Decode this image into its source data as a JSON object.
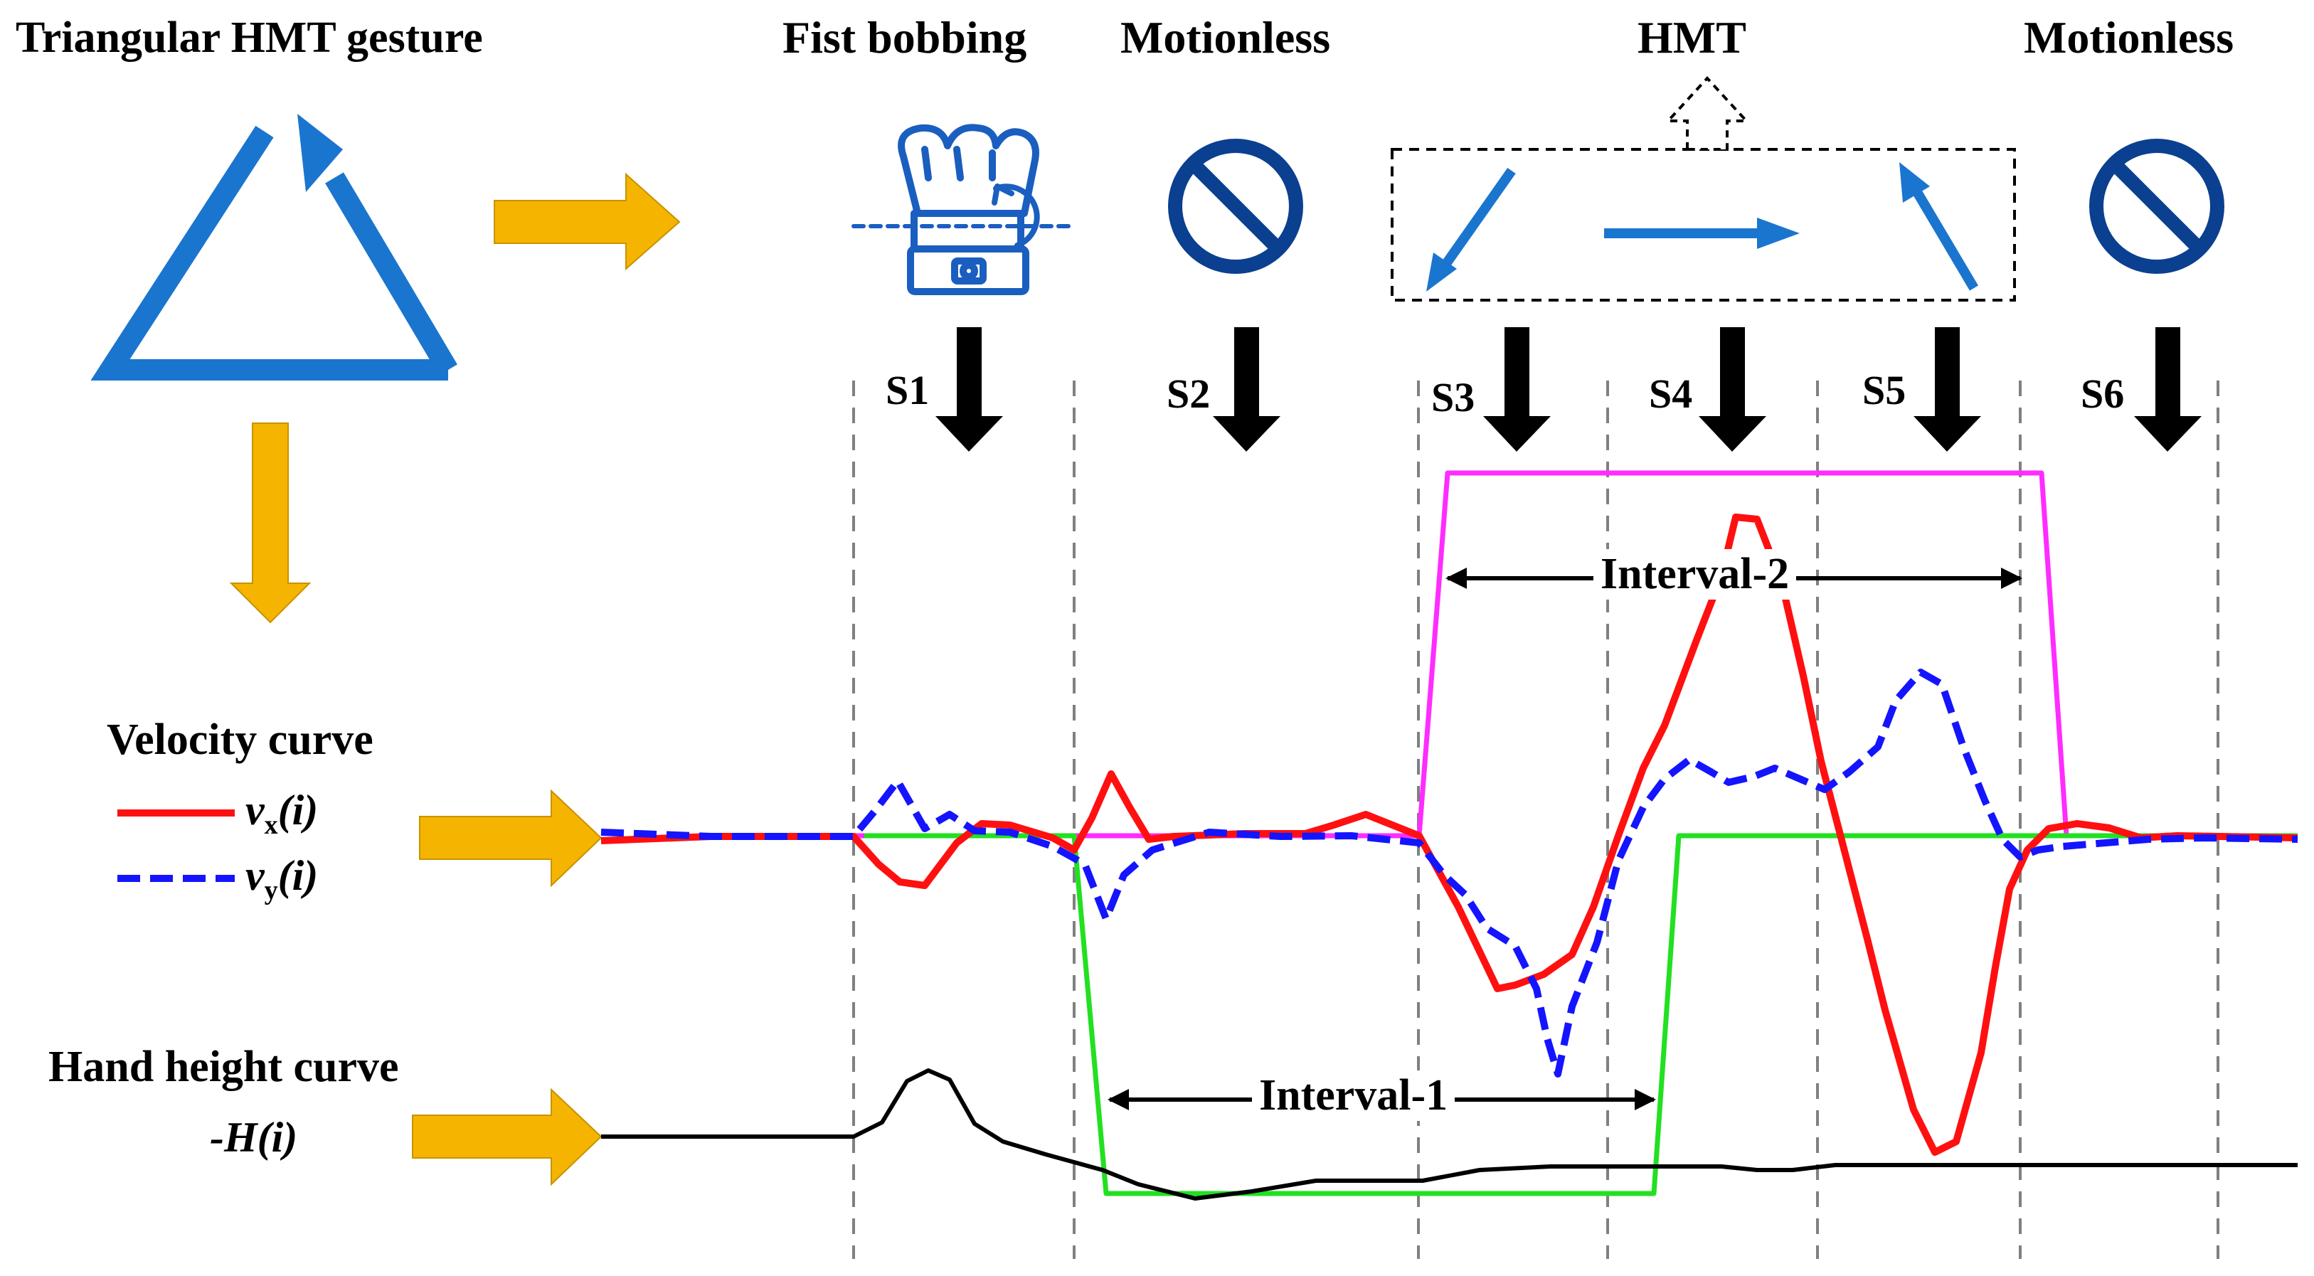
{
  "labels": {
    "gesture_title": "Triangular HMT gesture",
    "fist_bobbing": "Fist bobbing",
    "motionless_1": "Motionless",
    "hmt": "HMT",
    "motionless_2": "Motionless",
    "velocity_curve": "Velocity curve",
    "legend_vx_var": "v",
    "legend_vx_sub": "x",
    "legend_vx_arg": "(i)",
    "legend_vy_var": "v",
    "legend_vy_sub": "y",
    "legend_vy_arg": "(i)",
    "hand_height_curve": "Hand height curve",
    "hand_height_symbol": "-H(i)",
    "interval_1": "Interval-1",
    "interval_2": "Interval-2"
  },
  "stages": [
    "S1",
    "S2",
    "S3",
    "S4",
    "S5",
    "S6"
  ],
  "colors": {
    "gesture_blue": "#1a75cf",
    "icon_navy": "#0b3f8f",
    "arrow_orange": "#f5b400",
    "vx_red": "#ff1010",
    "vy_blue": "#1414ff",
    "interval1_green": "#22e022",
    "interval2_magenta": "#ff2cff",
    "height_black": "#000000",
    "divider_gray": "#808080"
  },
  "icons": [
    "triangle-gesture-icon",
    "fist-bobbing-icon",
    "prohibited-icon",
    "hmt-direction-arrows-icon",
    "prohibited-icon"
  ]
}
